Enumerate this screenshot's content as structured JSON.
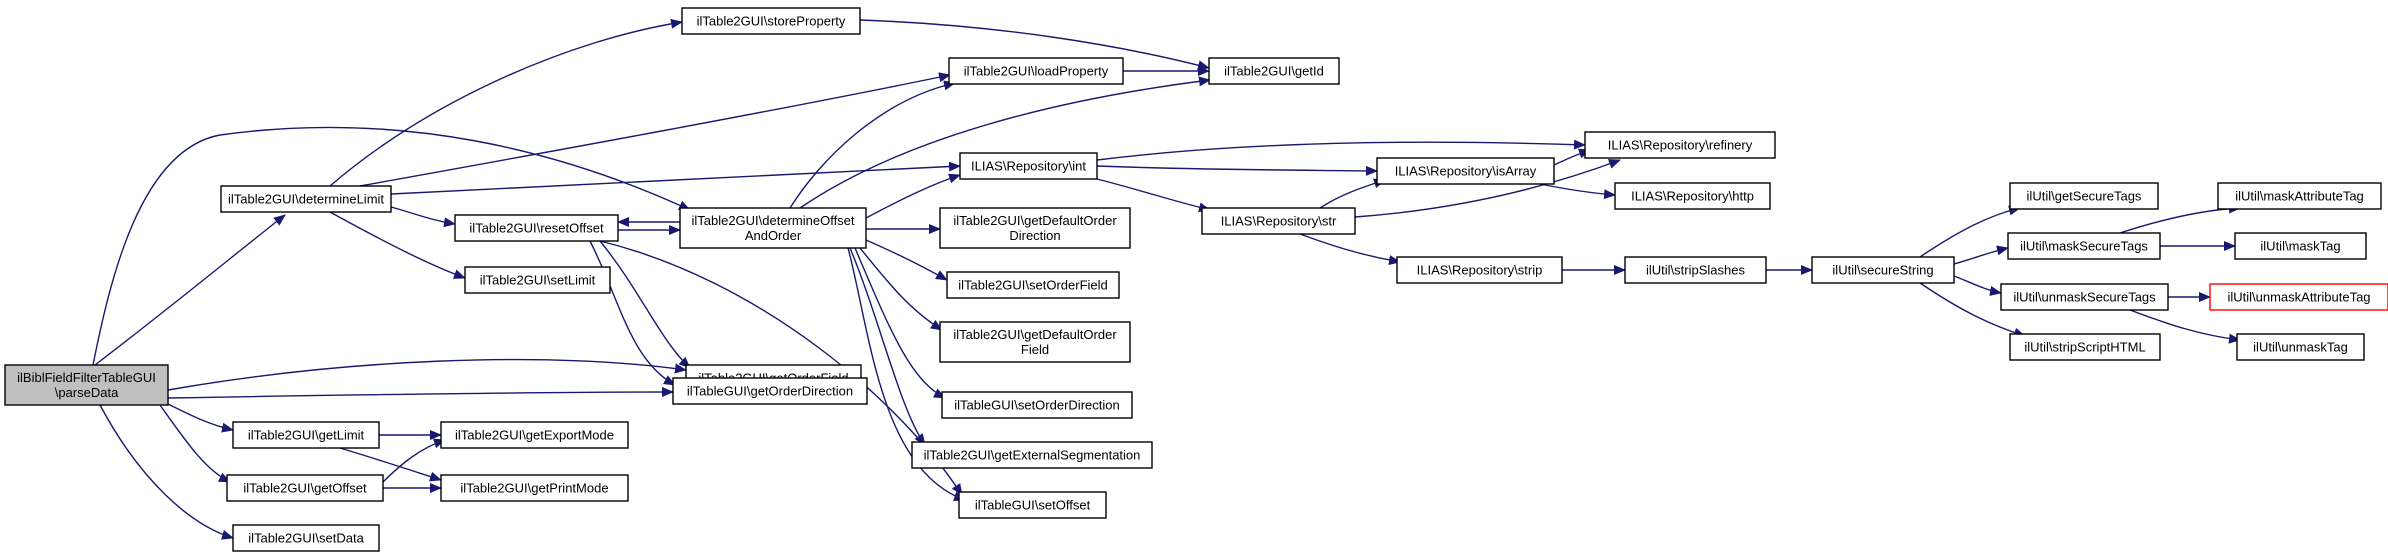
{
  "colors": {
    "edge": "#191970",
    "root_fill": "#bfbfbf",
    "node_border": "#000000",
    "highlight_border": "#ff0000"
  },
  "nodes": {
    "root": [
      "ilBiblFieldFilterTableGUI",
      "\\parseData"
    ],
    "determineLimit": [
      "ilTable2GUI\\determineLimit"
    ],
    "storeProperty": [
      "ilTable2GUI\\storeProperty"
    ],
    "loadProperty": [
      "ilTable2GUI\\loadProperty"
    ],
    "getId": [
      "ilTable2GUI\\getId"
    ],
    "determineOffsetAndOrder": [
      "ilTable2GUI\\determineOffset",
      "AndOrder"
    ],
    "resetOffset": [
      "ilTable2GUI\\resetOffset"
    ],
    "setLimit": [
      "ilTable2GUI\\setLimit"
    ],
    "getOrderField": [
      "ilTable2GUI\\getOrderField"
    ],
    "getOrderDirection": [
      "ilTableGUI\\getOrderDirection"
    ],
    "getLimit": [
      "ilTable2GUI\\getLimit"
    ],
    "getOffset": [
      "ilTable2GUI\\getOffset"
    ],
    "setData": [
      "ilTable2GUI\\setData"
    ],
    "getExportMode": [
      "ilTable2GUI\\getExportMode"
    ],
    "getPrintMode": [
      "ilTable2GUI\\getPrintMode"
    ],
    "int": [
      "ILIAS\\Repository\\int"
    ],
    "getDefaultOrderDirection": [
      "ilTable2GUI\\getDefaultOrder",
      "Direction"
    ],
    "setOrderField": [
      "ilTable2GUI\\setOrderField"
    ],
    "getDefaultOrderField": [
      "ilTable2GUI\\getDefaultOrder",
      "Field"
    ],
    "setOrderDirection": [
      "ilTableGUI\\setOrderDirection"
    ],
    "getExternalSegmentation": [
      "ilTable2GUI\\getExternalSegmentation"
    ],
    "setOffset": [
      "ilTableGUI\\setOffset"
    ],
    "isArray": [
      "ILIAS\\Repository\\isArray"
    ],
    "str": [
      "ILIAS\\Repository\\str"
    ],
    "refinery": [
      "ILIAS\\Repository\\refinery"
    ],
    "http": [
      "ILIAS\\Repository\\http"
    ],
    "strip": [
      "ILIAS\\Repository\\strip"
    ],
    "stripSlashes": [
      "ilUtil\\stripSlashes"
    ],
    "secureString": [
      "ilUtil\\secureString"
    ],
    "getSecureTags": [
      "ilUtil\\getSecureTags"
    ],
    "maskSecureTags": [
      "ilUtil\\maskSecureTags"
    ],
    "unmaskSecureTags": [
      "ilUtil\\unmaskSecureTags"
    ],
    "stripScriptHTML": [
      "ilUtil\\stripScriptHTML"
    ],
    "maskAttributeTag": [
      "ilUtil\\maskAttributeTag"
    ],
    "maskTag": [
      "ilUtil\\maskTag"
    ],
    "unmaskAttributeTag": [
      "ilUtil\\unmaskAttributeTag"
    ],
    "unmaskTag": [
      "ilUtil\\unmaskTag"
    ]
  }
}
